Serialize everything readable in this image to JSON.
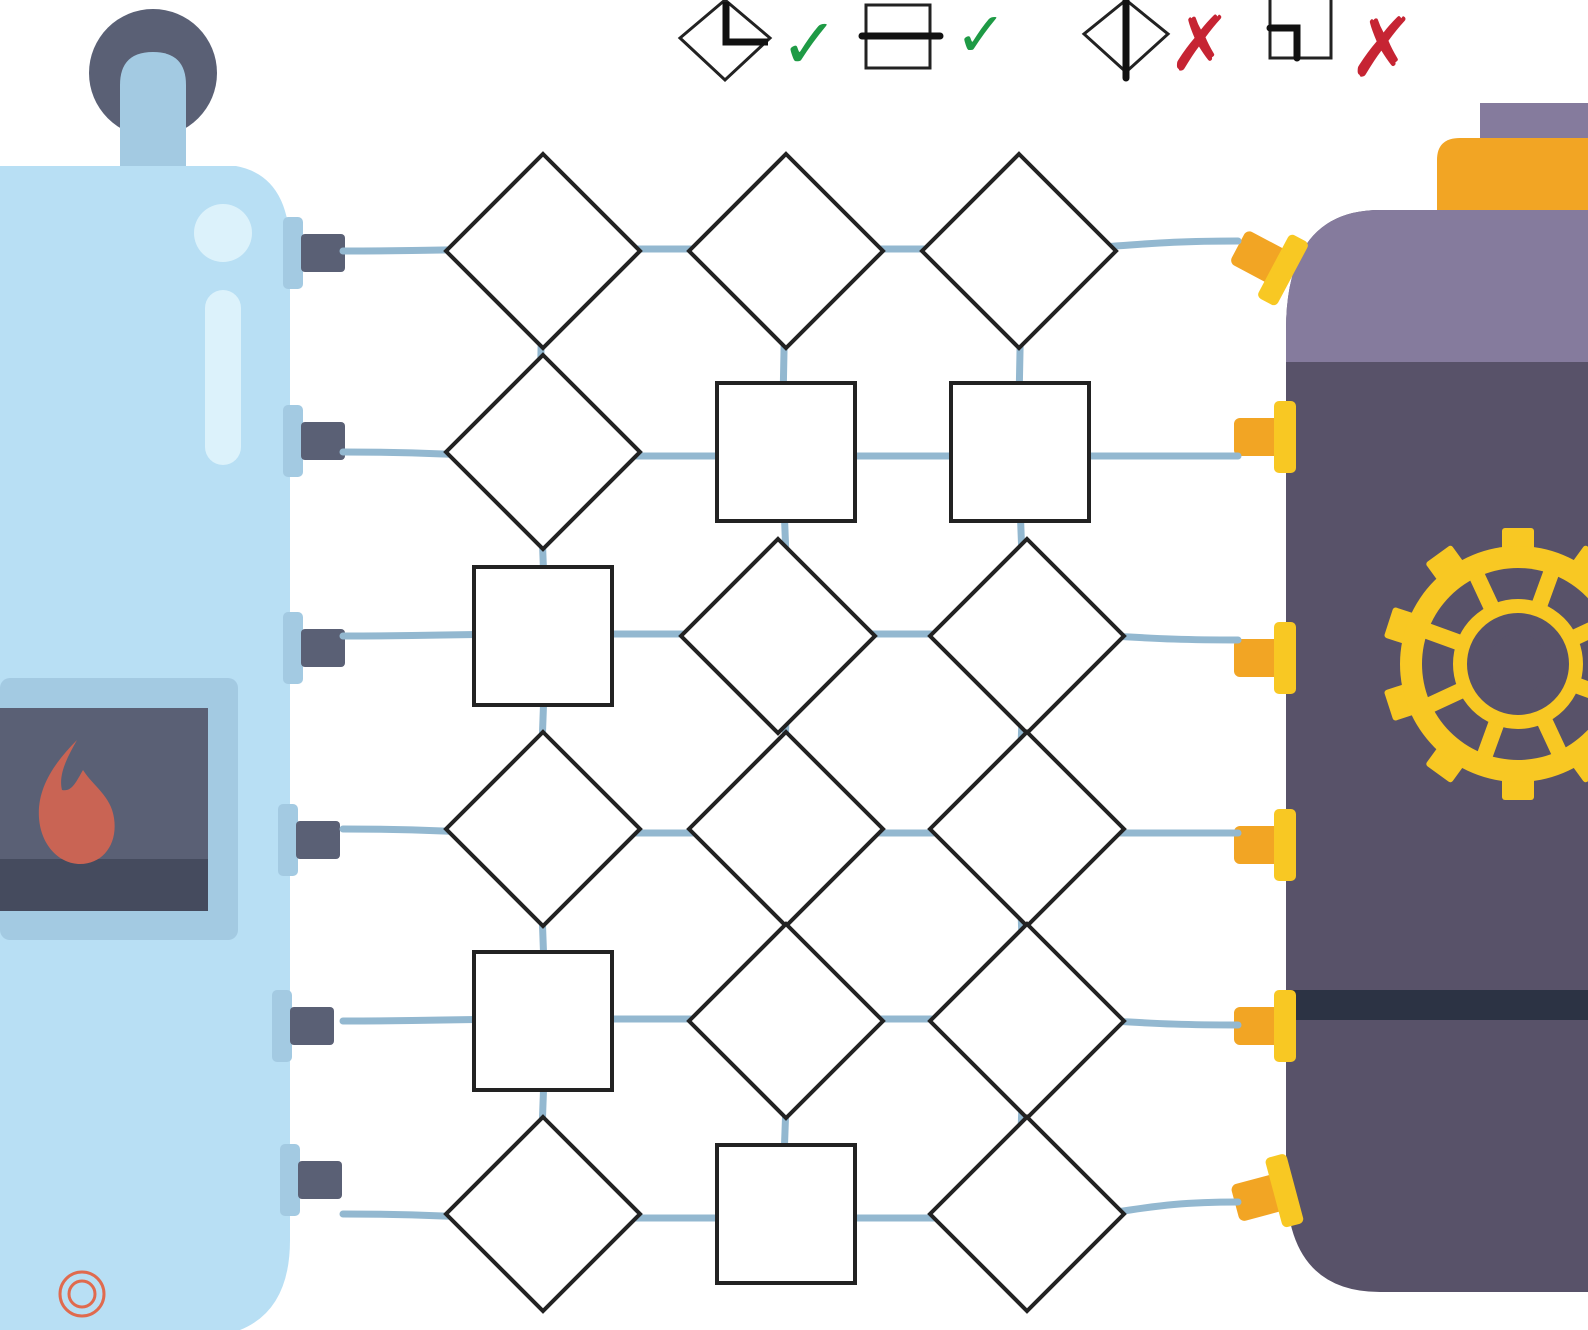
{
  "title": "",
  "legend": [
    {
      "tile": "diamond",
      "stroke": "corner",
      "verdict": "allowed",
      "mark": "✓"
    },
    {
      "tile": "square",
      "stroke": "straight",
      "verdict": "allowed",
      "mark": "✓"
    },
    {
      "tile": "diamond",
      "stroke": "vertical",
      "verdict": "not-allowed",
      "mark": "✗"
    },
    {
      "tile": "square",
      "stroke": "hook",
      "verdict": "not-allowed",
      "mark": "✗"
    }
  ],
  "grid": {
    "rows": 6,
    "cols": 3,
    "tiles": [
      [
        "diamond",
        "diamond",
        "diamond"
      ],
      [
        "diamond",
        "square",
        "square"
      ],
      [
        "square",
        "diamond",
        "diamond"
      ],
      [
        "diamond",
        "diamond",
        "diamond"
      ],
      [
        "square",
        "diamond",
        "diamond"
      ],
      [
        "diamond",
        "square",
        "diamond"
      ]
    ]
  },
  "heater": {
    "icon": "flame-icon",
    "outlet_count": 6
  },
  "machine": {
    "icon": "gear-icon",
    "inlet_count": 6
  },
  "colors": {
    "pipe": "#93b8d0",
    "heater_body": "#b8dff4",
    "heater_trim": "#a3cae2",
    "heater_port": "#5a6075",
    "machine_top": "#857b9d",
    "machine_body": "#585269",
    "machine_stripe": "#2c3344",
    "machine_cap": "#f2a524",
    "gear": "#f8c823",
    "flame": "#c96454",
    "check": "#1e9a45",
    "cross": "#c62433",
    "tile_stroke": "#222222"
  }
}
